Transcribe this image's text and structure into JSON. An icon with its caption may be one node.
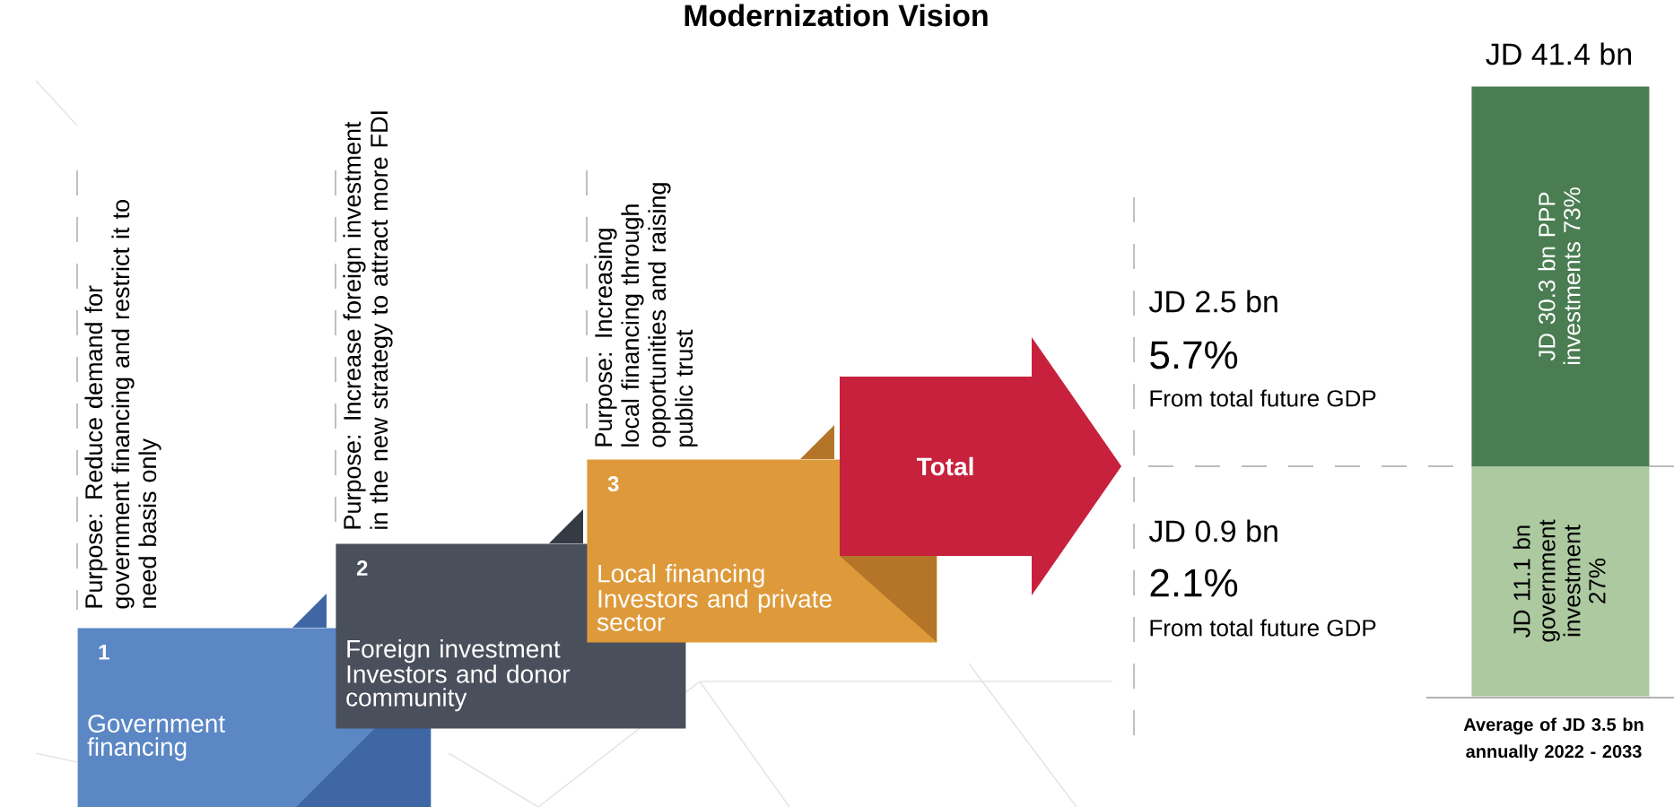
{
  "diagram": {
    "title": "Modernization Vision",
    "nodes": [
      {
        "text": [
          "1",
          "Government financing"
        ],
        "beside": [
          "Purpose: Reduce demand for government financing and restrict it to need basis only"
        ]
      },
      {
        "text": [
          "2",
          "Foreign investment Investors and donor community"
        ],
        "beside": [
          "Purpose: Increase foreign investment in the new strategy to attract more FDI"
        ]
      },
      {
        "text": [
          "3",
          "Local financing Investors and private sector"
        ],
        "beside": [
          "Purpose: Increasing local financing through opportunities and raising public trust"
        ]
      },
      {
        "text": [
          "Total"
        ]
      },
      {
        "text": [
          "JD 30.3 bn PPP investments 73%"
        ]
      },
      {
        "text": [
          "JD 11.1 bn government investment 27%"
        ]
      }
    ],
    "labels": [
      "JD 41.4 bn",
      "JD 2.5 bn",
      "5.7%",
      "From total future GDP",
      "JD 0.9 bn",
      "2.1%",
      "From total future GDP",
      "Average of JD 3.5 bn annually 2022 - 2033"
    ]
  }
}
